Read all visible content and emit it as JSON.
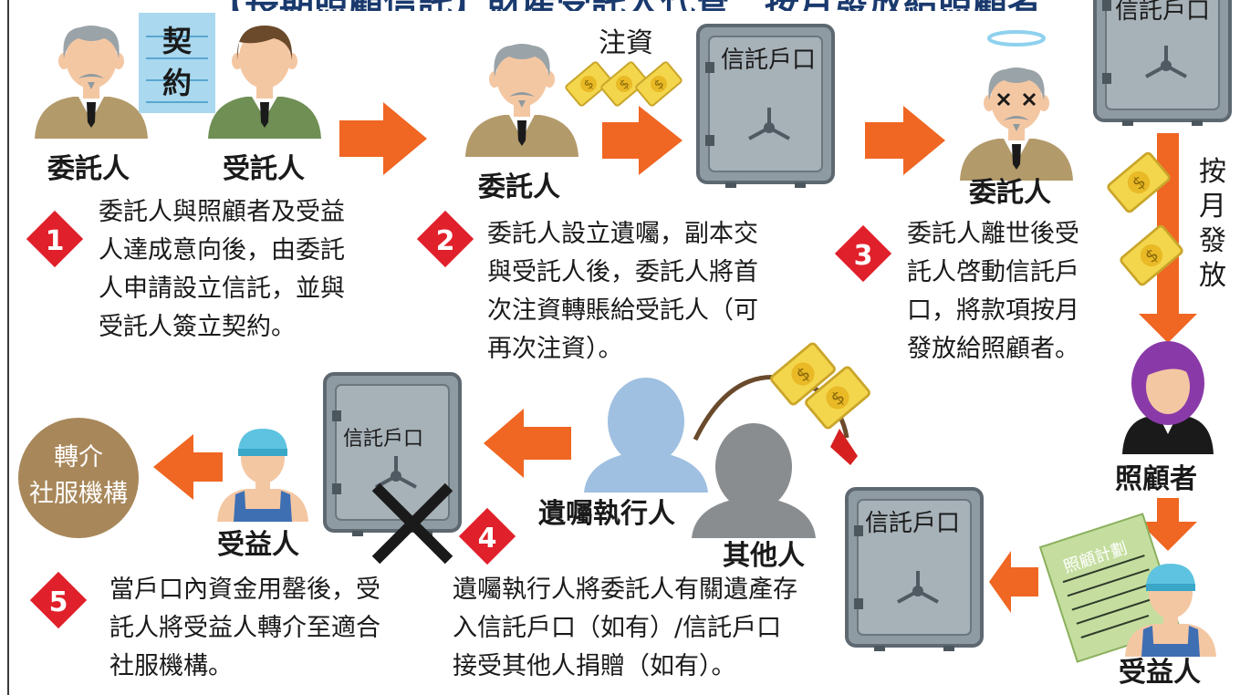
{
  "header": {
    "title": "【長期照顧信託】財產受託人代管　按月發放給照顧者"
  },
  "actors": {
    "settlor_1": "委託人",
    "trustee": "受託人",
    "settlor_2": "委託人",
    "settlor_3": "委託人",
    "caregiver": "照顧者",
    "beneficiary_1": "受益人",
    "beneficiary_2": "受益人",
    "executor": "遺囑執行人",
    "others": "其他人"
  },
  "labels": {
    "contract_line1": "契",
    "contract_line2": "約",
    "deposit": "注資",
    "trust_account": "信託戶口",
    "monthly_1": "按",
    "monthly_2": "月",
    "monthly_3": "發",
    "monthly_4": "放",
    "care_plan": "照顧計劃",
    "referral_1": "轉介",
    "referral_2": "社服機構"
  },
  "steps": [
    {
      "num": "1",
      "lines": [
        "委託人與照顧者及受益",
        "人達成意向後，由委託",
        "人申請設立信託，並與",
        "受託人簽立契約。"
      ]
    },
    {
      "num": "2",
      "lines": [
        "委託人設立遺囑，副本交",
        "與受託人後，委託人將首",
        "次注資轉賬給受託人（可",
        "再次注資）。"
      ]
    },
    {
      "num": "3",
      "lines": [
        "委託人離世後受",
        "託人啓動信託戶",
        "口，將款項按月",
        "發放給照顧者。"
      ]
    },
    {
      "num": "4",
      "lines": [
        "遺囑執行人將委託人有關遺產存",
        "入信託戶口（如有）/信託戶口",
        "接受其他人捐贈（如有）。"
      ]
    },
    {
      "num": "5",
      "lines": [
        "當戶口內資金用罄後，受",
        "託人將受益人轉介至適合",
        "社服機構。"
      ]
    }
  ],
  "colors": {
    "arrow": "#f06623",
    "badge": "#e0202a",
    "safe": "#8a969f",
    "money": "#f2d64b",
    "referral": "#a8875a"
  }
}
